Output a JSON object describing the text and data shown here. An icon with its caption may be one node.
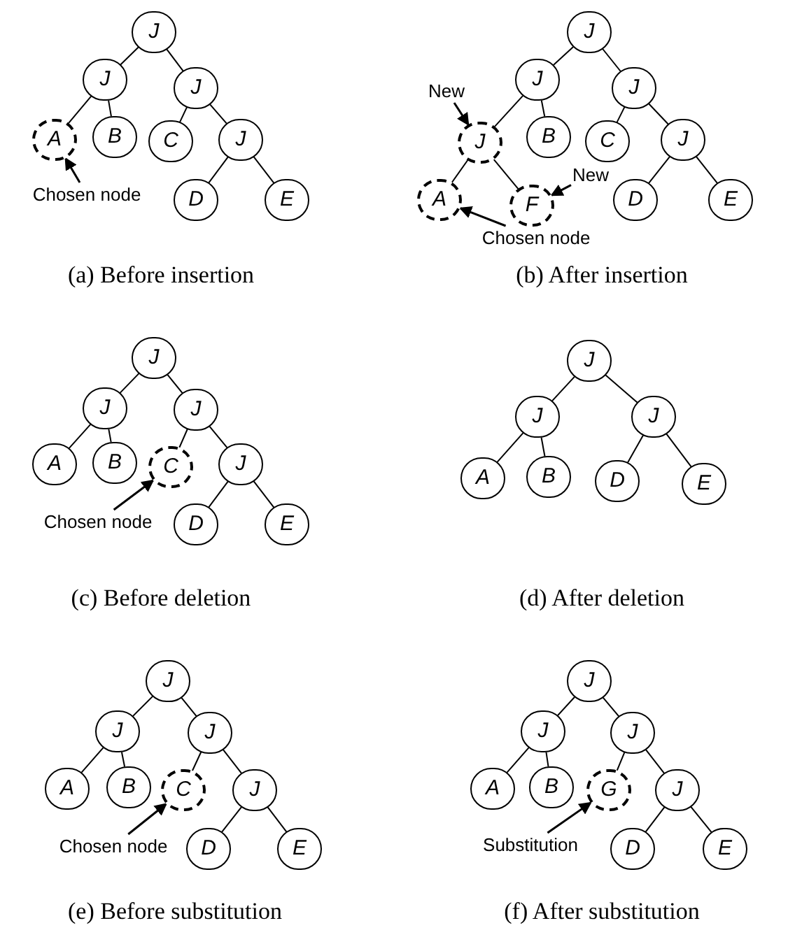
{
  "diagram": {
    "nodes": [
      {
        "text": [
          "J"
        ]
      },
      {
        "text": [
          "J"
        ]
      },
      {
        "text": [
          "J"
        ]
      },
      {
        "text": [
          "A"
        ]
      },
      {
        "text": [
          "B"
        ]
      },
      {
        "text": [
          "C"
        ]
      },
      {
        "text": [
          "J"
        ]
      },
      {
        "text": [
          "Chosen node"
        ]
      },
      {
        "text": [
          "D"
        ]
      },
      {
        "text": [
          "E"
        ]
      },
      {
        "text": [
          "J"
        ]
      },
      {
        "text": [
          "J"
        ]
      },
      {
        "text": [
          "J"
        ]
      },
      {
        "text": [
          "New"
        ]
      },
      {
        "text": [
          "J"
        ]
      },
      {
        "text": [
          "B"
        ]
      },
      {
        "text": [
          "C"
        ]
      },
      {
        "text": [
          "J"
        ]
      },
      {
        "text": [
          "A"
        ]
      },
      {
        "text": [
          "F"
        ]
      },
      {
        "text": [
          "New"
        ]
      },
      {
        "text": [
          "D"
        ]
      },
      {
        "text": [
          "E"
        ]
      },
      {
        "text": [
          "Chosen node"
        ]
      },
      {
        "text": [
          "J"
        ]
      },
      {
        "text": [
          "J"
        ]
      },
      {
        "text": [
          "J"
        ]
      },
      {
        "text": [
          "A"
        ]
      },
      {
        "text": [
          "B"
        ]
      },
      {
        "text": [
          "C"
        ]
      },
      {
        "text": [
          "J"
        ]
      },
      {
        "text": [
          "Chosen node"
        ]
      },
      {
        "text": [
          "D"
        ]
      },
      {
        "text": [
          "E"
        ]
      },
      {
        "text": [
          "J"
        ]
      },
      {
        "text": [
          "J"
        ]
      },
      {
        "text": [
          "J"
        ]
      },
      {
        "text": [
          "A"
        ]
      },
      {
        "text": [
          "B"
        ]
      },
      {
        "text": [
          "D"
        ]
      },
      {
        "text": [
          "E"
        ]
      },
      {
        "text": [
          "J"
        ]
      },
      {
        "text": [
          "J"
        ]
      },
      {
        "text": [
          "J"
        ]
      },
      {
        "text": [
          "A"
        ]
      },
      {
        "text": [
          "B"
        ]
      },
      {
        "text": [
          "C"
        ]
      },
      {
        "text": [
          "J"
        ]
      },
      {
        "text": [
          "Chosen node"
        ]
      },
      {
        "text": [
          "D"
        ]
      },
      {
        "text": [
          "E"
        ]
      },
      {
        "text": [
          "J"
        ]
      },
      {
        "text": [
          "J"
        ]
      },
      {
        "text": [
          "J"
        ]
      },
      {
        "text": [
          "A"
        ]
      },
      {
        "text": [
          "B"
        ]
      },
      {
        "text": [
          "G"
        ]
      },
      {
        "text": [
          "J"
        ]
      },
      {
        "text": [
          "Substitution"
        ]
      },
      {
        "text": [
          "D"
        ]
      },
      {
        "text": [
          "E"
        ]
      }
    ],
    "edges": [
      {
        "from": 0,
        "to": 1,
        "arrow": "none"
      },
      {
        "from": 0,
        "to": 2,
        "arrow": "none"
      },
      {
        "from": 1,
        "to": 3,
        "arrow": "none"
      },
      {
        "from": 1,
        "to": 4,
        "arrow": "none"
      },
      {
        "from": 2,
        "to": 5,
        "arrow": "none"
      },
      {
        "from": 2,
        "to": 6,
        "arrow": "none"
      },
      {
        "from": 6,
        "to": 8,
        "arrow": "none"
      },
      {
        "from": 6,
        "to": 9,
        "arrow": "none"
      },
      {
        "from": 7,
        "to": 3,
        "arrow": "to"
      },
      {
        "from": 10,
        "to": 11,
        "arrow": "none"
      },
      {
        "from": 10,
        "to": 12,
        "arrow": "none"
      },
      {
        "from": 11,
        "to": 14,
        "arrow": "none"
      },
      {
        "from": 11,
        "to": 15,
        "arrow": "none"
      },
      {
        "from": 12,
        "to": 16,
        "arrow": "none"
      },
      {
        "from": 12,
        "to": 17,
        "arrow": "none"
      },
      {
        "from": 14,
        "to": 18,
        "arrow": "none"
      },
      {
        "from": 14,
        "to": 19,
        "arrow": "none"
      },
      {
        "from": 17,
        "to": 21,
        "arrow": "none"
      },
      {
        "from": 17,
        "to": 22,
        "arrow": "none"
      },
      {
        "from": 13,
        "to": 14,
        "arrow": "to"
      },
      {
        "from": 20,
        "to": 19,
        "arrow": "to"
      },
      {
        "from": 23,
        "to": 18,
        "arrow": "to"
      },
      {
        "from": 24,
        "to": 25,
        "arrow": "none"
      },
      {
        "from": 24,
        "to": 26,
        "arrow": "none"
      },
      {
        "from": 25,
        "to": 27,
        "arrow": "none"
      },
      {
        "from": 25,
        "to": 28,
        "arrow": "none"
      },
      {
        "from": 26,
        "to": 29,
        "arrow": "none"
      },
      {
        "from": 26,
        "to": 30,
        "arrow": "none"
      },
      {
        "from": 30,
        "to": 32,
        "arrow": "none"
      },
      {
        "from": 30,
        "to": 33,
        "arrow": "none"
      },
      {
        "from": 31,
        "to": 29,
        "arrow": "to"
      },
      {
        "from": 34,
        "to": 35,
        "arrow": "none"
      },
      {
        "from": 34,
        "to": 36,
        "arrow": "none"
      },
      {
        "from": 35,
        "to": 37,
        "arrow": "none"
      },
      {
        "from": 35,
        "to": 38,
        "arrow": "none"
      },
      {
        "from": 36,
        "to": 39,
        "arrow": "none"
      },
      {
        "from": 36,
        "to": 40,
        "arrow": "none"
      },
      {
        "from": 41,
        "to": 42,
        "arrow": "none"
      },
      {
        "from": 41,
        "to": 43,
        "arrow": "none"
      },
      {
        "from": 42,
        "to": 44,
        "arrow": "none"
      },
      {
        "from": 42,
        "to": 45,
        "arrow": "none"
      },
      {
        "from": 43,
        "to": 46,
        "arrow": "none"
      },
      {
        "from": 43,
        "to": 47,
        "arrow": "none"
      },
      {
        "from": 47,
        "to": 49,
        "arrow": "none"
      },
      {
        "from": 47,
        "to": 50,
        "arrow": "none"
      },
      {
        "from": 48,
        "to": 46,
        "arrow": "to"
      },
      {
        "from": 51,
        "to": 52,
        "arrow": "none"
      },
      {
        "from": 51,
        "to": 53,
        "arrow": "none"
      },
      {
        "from": 52,
        "to": 54,
        "arrow": "none"
      },
      {
        "from": 52,
        "to": 55,
        "arrow": "none"
      },
      {
        "from": 53,
        "to": 56,
        "arrow": "none"
      },
      {
        "from": 53,
        "to": 57,
        "arrow": "none"
      },
      {
        "from": 57,
        "to": 59,
        "arrow": "none"
      },
      {
        "from": 57,
        "to": 60,
        "arrow": "none"
      },
      {
        "from": 58,
        "to": 56,
        "arrow": "to"
      }
    ],
    "labels": [
      "(a) Before insertion",
      "(b) After insertion",
      "(c) Before deletion",
      "(d) After deletion",
      "(e) Before substitution",
      "(f) After substitution"
    ]
  }
}
